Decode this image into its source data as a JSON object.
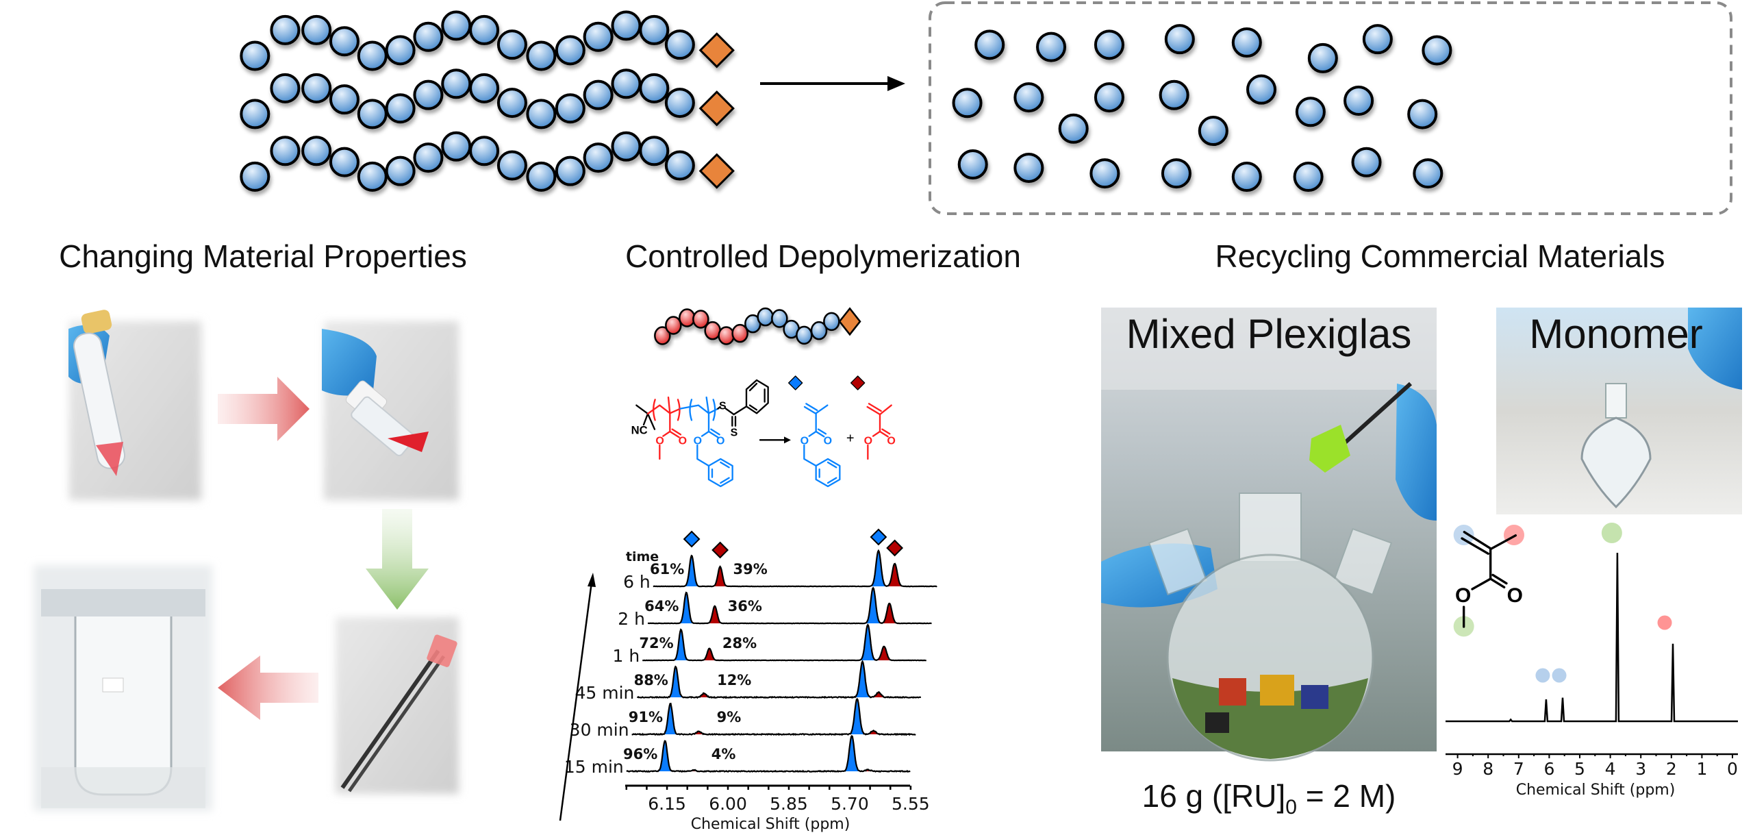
{
  "titles": {
    "left": "Changing Material Properties",
    "middle": "Controlled Depolymerization",
    "right": "Recycling Commercial Materials"
  },
  "photos": {
    "mixed_label": "Mixed Plexiglas",
    "monomer_label": "Monomer"
  },
  "mass_label": {
    "pre": "16 g ([RU]",
    "sub": "0",
    "post": " = 2 M)"
  },
  "scheme": {
    "nc": "NC",
    "s": "S",
    "o": "O",
    "plus": "+"
  },
  "colors": {
    "polymer_blue": "#6fa8dc",
    "end_group_orange": "#e8843a",
    "mma_red": "#ff1f1f",
    "bnma_blue": "#0a84ff",
    "blue_marker": "#0a7cff",
    "red_marker": "#b30000",
    "blue_pct_text": "#1e90ff",
    "red_pct_text": "#c00000"
  },
  "chart_data": [
    {
      "type": "line",
      "title": "",
      "xlabel": "Chemical Shift (ppm)",
      "ylabel": "time",
      "xlim": [
        6.25,
        5.55
      ],
      "xticks": [
        "6.15",
        "6.00",
        "5.85",
        "5.70",
        "5.55"
      ],
      "peaks_ppm": {
        "blue_1": 6.155,
        "red_1": 6.085,
        "blue_2": 5.695,
        "red_2": 5.655
      },
      "rows": [
        {
          "time": "6 h",
          "blue_pct": "61%",
          "red_pct": "39%"
        },
        {
          "time": "2 h",
          "blue_pct": "64%",
          "red_pct": "36%"
        },
        {
          "time": "1 h",
          "blue_pct": "72%",
          "red_pct": "28%"
        },
        {
          "time": "45 min",
          "blue_pct": "88%",
          "red_pct": "12%"
        },
        {
          "time": "30 min",
          "blue_pct": "91%",
          "red_pct": "9%"
        },
        {
          "time": "15 min",
          "blue_pct": "96%",
          "red_pct": "4%"
        }
      ]
    },
    {
      "type": "line",
      "title": "",
      "xlabel": "Chemical Shift (ppm)",
      "xlim": [
        9.3,
        0
      ],
      "xticks": [
        "9",
        "8",
        "7",
        "6",
        "5",
        "4",
        "3",
        "2",
        "1",
        "0"
      ],
      "peaks": [
        {
          "ppm": 7.26,
          "rel_height": 0.01,
          "marker": ""
        },
        {
          "ppm": 6.1,
          "rel_height": 0.13,
          "marker": "blue"
        },
        {
          "ppm": 5.56,
          "rel_height": 0.14,
          "marker": "blue"
        },
        {
          "ppm": 3.77,
          "rel_height": 1.0,
          "marker": "green"
        },
        {
          "ppm": 1.95,
          "rel_height": 0.46,
          "marker": "red"
        }
      ]
    }
  ]
}
